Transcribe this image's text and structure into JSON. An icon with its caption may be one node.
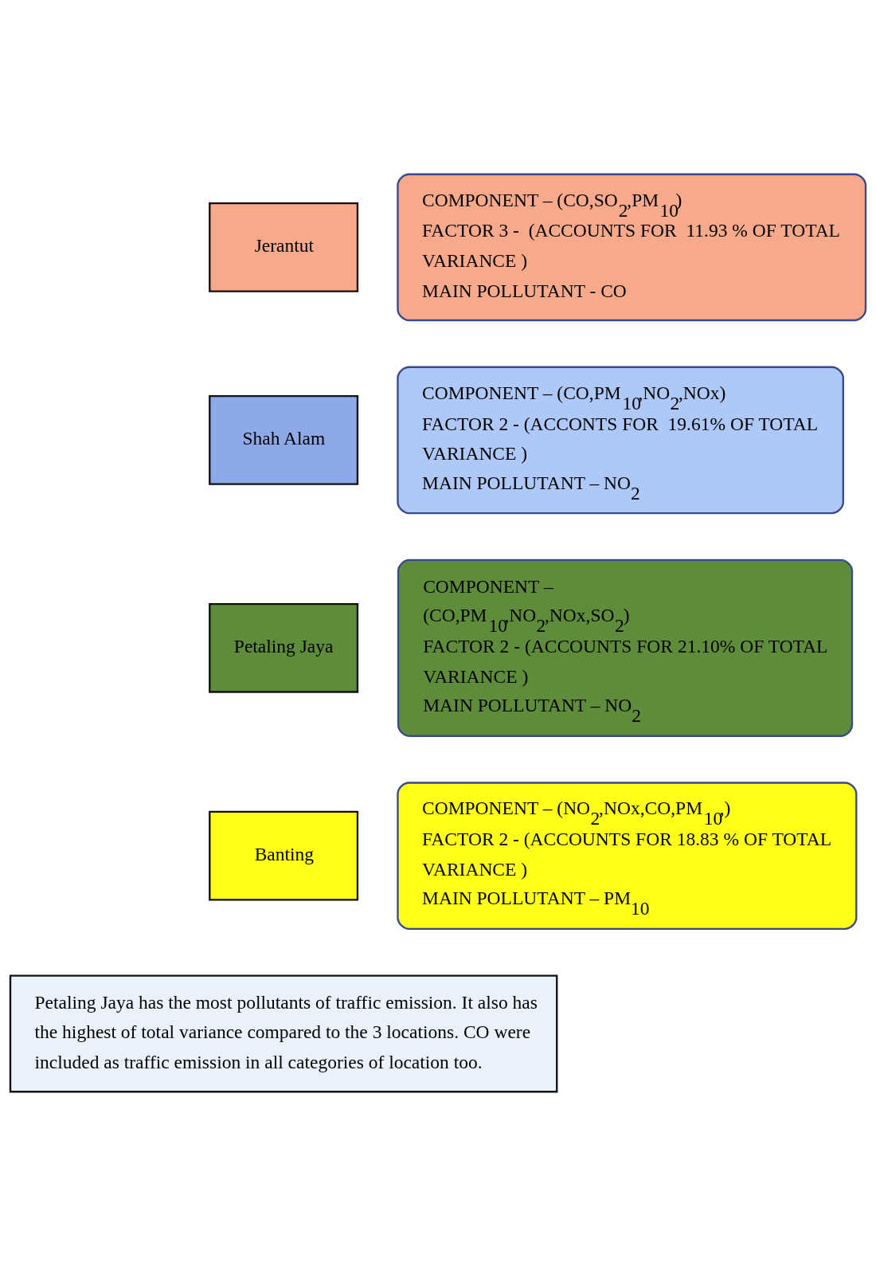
{
  "diagram": {
    "nodes": [
      {
        "text": [
          "Jerantut"
        ]
      },
      {
        "text": [
          "COMPONENT – (CO,SO$_{2}$,PM$_{10}$)",
          "FACTOR 3 -  (ACCOUNTS FOR  11.93 % OF TOTAL VARIANCE )",
          "MAIN POLLUTANT - CO"
        ]
      },
      {
        "text": [
          "Shah Alam"
        ]
      },
      {
        "text": [
          "COMPONENT – (CO,PM$_{10}$,NO$_{2}$,NOx)",
          "FACTOR 2 - (ACCONTS FOR  19.61% OF TOTAL VARIANCE )",
          "MAIN POLLUTANT – NO$_{2}$"
        ]
      },
      {
        "text": [
          "Petaling Jaya"
        ]
      },
      {
        "text": [
          "COMPONENT – (CO,PM$_{10}$,NO$_{2}$,NOx,SO$_{2}$)",
          "FACTOR 2 - (ACCOUNTS FOR 21.10% OF TOTAL VARIANCE )",
          "MAIN POLLUTANT – NO$_{2}$"
        ]
      },
      {
        "text": [
          "Banting"
        ]
      },
      {
        "text": [
          "COMPONENT – (NO$_{2}$,NOx,CO,PM$_{10}$,)",
          "FACTOR 2 - (ACCOUNTS FOR 18.83 % OF TOTAL VARIANCE )",
          "MAIN POLLUTANT – PM$_{10}$"
        ]
      },
      {
        "text": [
          "Petaling Jaya has the most pollutants of traffic emission. It also has the highest of total variance compared to the 3 locations. CO were included as traffic emission in all categories of location too."
        ]
      }
    ]
  }
}
